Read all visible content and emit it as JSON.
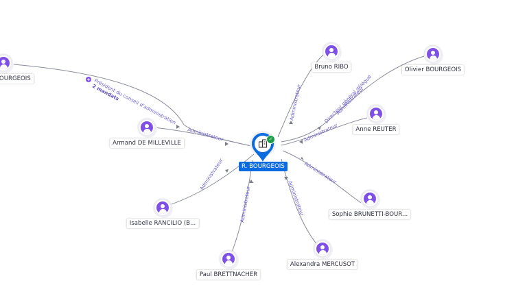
{
  "center": {
    "label": "R. BOURGEOIS",
    "icon": "building-icon",
    "verified_icon": "check-icon",
    "color": "#0d6be0"
  },
  "people": [
    {
      "id": "p0",
      "name": "BOURGEOIS"
    },
    {
      "id": "p1",
      "name": "Bruno RIBO"
    },
    {
      "id": "p2",
      "name": "Olivier BOURGEOIS"
    },
    {
      "id": "p3",
      "name": "Anne REUTER"
    },
    {
      "id": "p4",
      "name": "Armand DE MILLEVILLE"
    },
    {
      "id": "p5",
      "name": "Isabelle RANCILIO (B..."
    },
    {
      "id": "p6",
      "name": "Sophie BRUNETTI-BOUR..."
    },
    {
      "id": "p7",
      "name": "Alexandra MERCUSOT"
    },
    {
      "id": "p8",
      "name": "Paul BRETTNACHER"
    }
  ],
  "edges": {
    "administrateur": "Administrateur",
    "president": "Président du conseil d'administration",
    "mandats": "2 mandats",
    "directeur": "Directeur général délégué"
  },
  "colors": {
    "avatar": "#7f50e6",
    "edge_label": "#6b5fcf",
    "verified": "#1e9e4a"
  }
}
